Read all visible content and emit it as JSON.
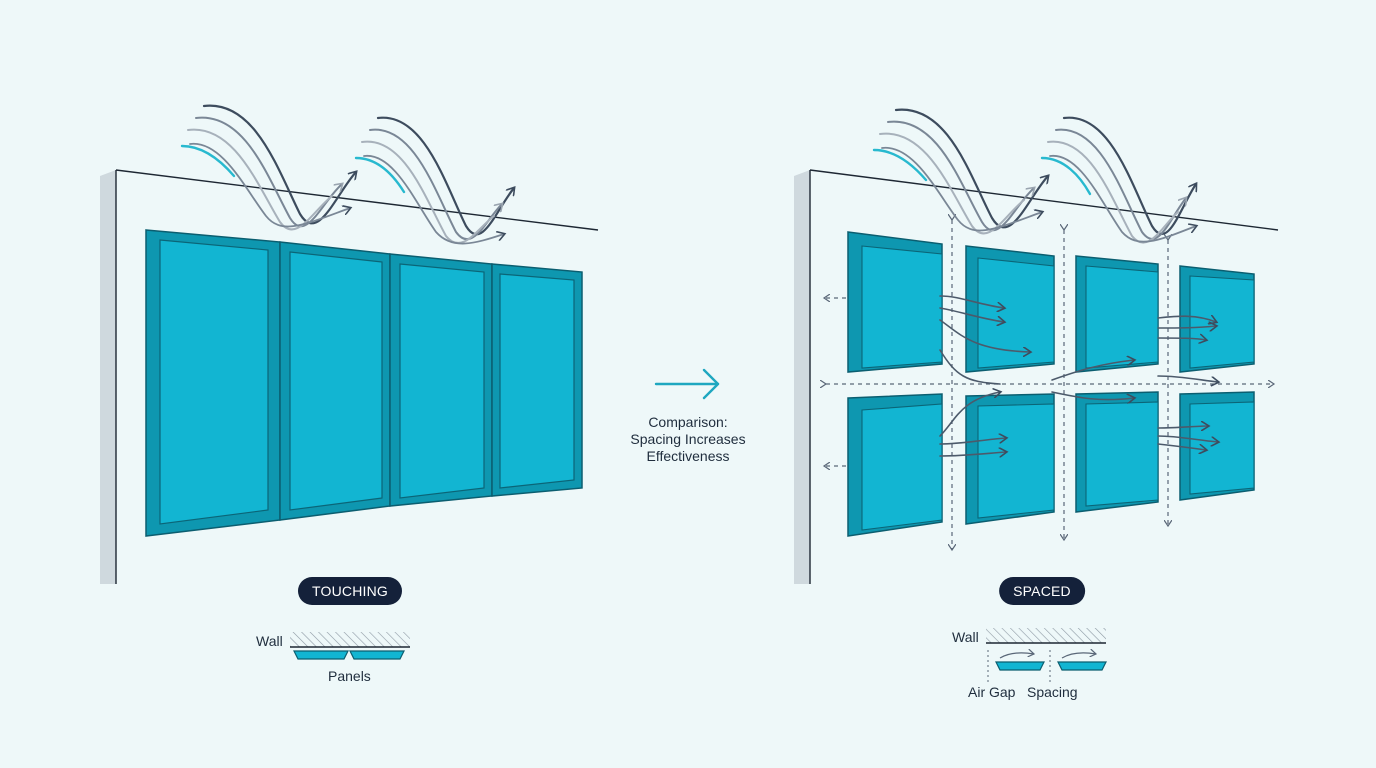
{
  "left_panel": {
    "badge": "TOUCHING",
    "legend_wall": "Wall",
    "legend_panels": "Panels"
  },
  "center": {
    "lines": [
      "Comparison:",
      "Spacing Increases",
      "Effectiveness"
    ]
  },
  "right_panel": {
    "badge": "SPACED",
    "legend_wall": "Wall",
    "legend_air_gap": "Air Gap",
    "legend_spacing": "Spacing"
  },
  "colors": {
    "background": "#eef8f9",
    "panel": "#10b3cf",
    "panel_edge": "#0b5e70",
    "wave_dark": "#3d4c5e",
    "wave_light": "#a7b1bb",
    "wave_accent": "#28b9cf",
    "badge": "#14213a"
  }
}
